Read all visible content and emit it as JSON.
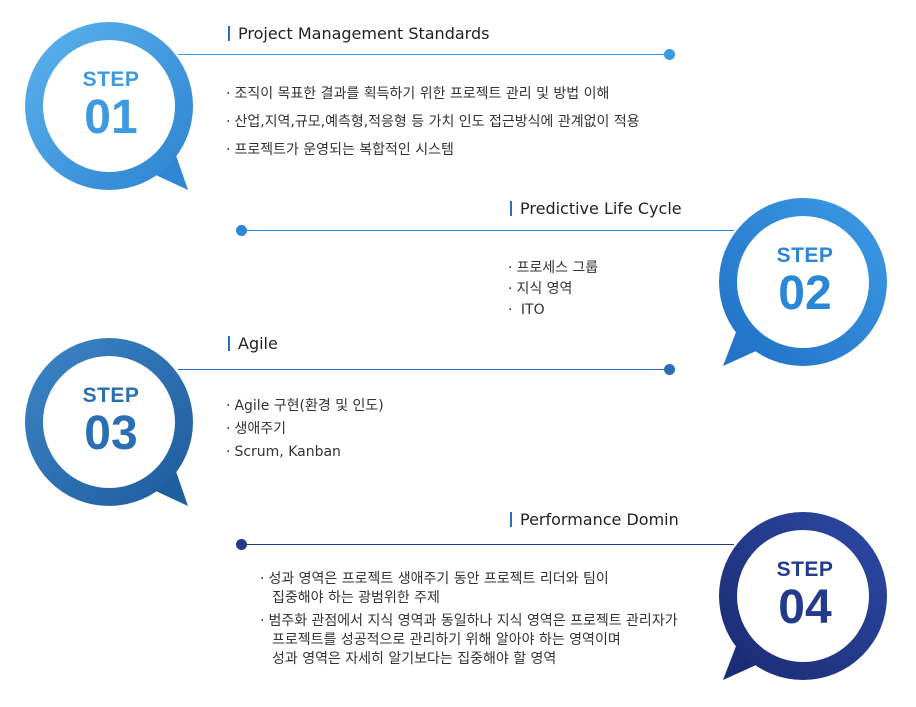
{
  "steps": [
    {
      "step_label": "STEP",
      "number": "01",
      "title": "Project Management Standards",
      "color": "#3e9ae0",
      "items": [
        "조직이 목표한 결과를 획득하기 위한 프로젝트 관리 및 방법 이해",
        "산업,지역,규모,예측형,적응형 등 가치 인도 접근방식에 관계없이 적용",
        "프로젝트가 운영되는 복합적인 시스템"
      ]
    },
    {
      "step_label": "STEP",
      "number": "02",
      "title": "Predictive Life Cycle",
      "color": "#2a86d6",
      "items": [
        "프로세스 그룹",
        "지식 영역",
        " ITO"
      ]
    },
    {
      "step_label": "STEP",
      "number": "03",
      "title": "Agile",
      "color": "#2a6fb3",
      "items": [
        "Agile 구현(환경 및 인도)",
        "생애주기",
        "Scrum, Kanban"
      ]
    },
    {
      "step_label": "STEP",
      "number": "04",
      "title": "Performance Domin",
      "color": "#243a8c",
      "items": [
        "성과 영역은 프로젝트 생애주기 동안 프로젝트 리더와 팀이",
        "집중해야 하는 광범위한 주제",
        "범주화 관점에서 지식 영역과 동일하나 지식 영역은 프로젝트 관리자가",
        "프로젝트를 성공적으로 관리하기 위해 알아야 하는 영역이며",
        "성과 영역은 자세히 알기보다는 집중해야 할 영역"
      ]
    }
  ],
  "bullet": "·"
}
